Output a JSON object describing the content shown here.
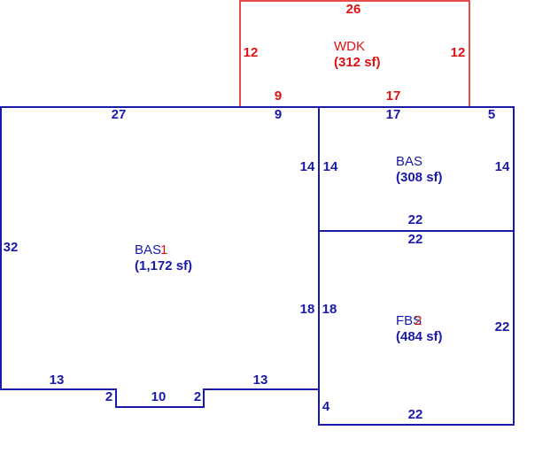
{
  "colors": {
    "blue": "#1a1aaa",
    "red": "#dd1111",
    "background": "#ffffff"
  },
  "areas": {
    "wdk": {
      "code": "WDK",
      "size": "(312 sf)"
    },
    "bas_main": {
      "code": "BAS",
      "overlay_code": "1",
      "size": "(1,172 sf)"
    },
    "bas_right": {
      "code": "BAS",
      "size": "(308 sf)"
    },
    "fbs": {
      "code": "FBS",
      "overlay_code": "2",
      "size": "(484 sf)"
    }
  },
  "dims": {
    "wdk_top": "26",
    "wdk_left": "12",
    "wdk_right": "12",
    "wdk_bottom_left": "9",
    "wdk_bottom_right": "17",
    "main_top": "27",
    "main_top_right": "9",
    "main_left": "32",
    "main_right_upper": "14",
    "main_right_lower": "18",
    "main_bottom_left": "13",
    "main_bottom_right": "13",
    "notch_left": "2",
    "notch_bottom": "10",
    "notch_right": "2",
    "bas_top_left": "17",
    "bas_top_right": "5",
    "bas_left": "14",
    "bas_right": "14",
    "bas_bottom": "22",
    "fbs_top": "22",
    "fbs_left": "18",
    "fbs_right": "22",
    "fbs_bottom": "22",
    "fbs_offset": "4"
  }
}
